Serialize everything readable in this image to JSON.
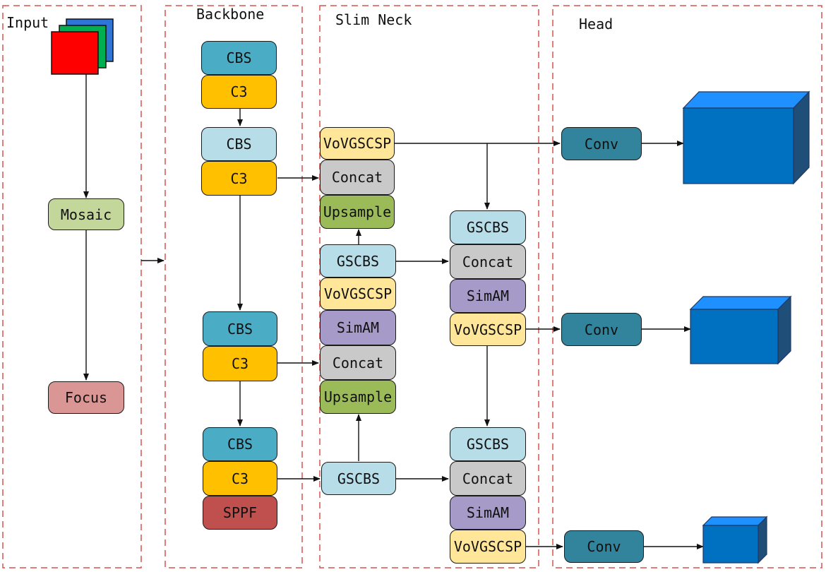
{
  "sections": {
    "input": "Input",
    "backbone": "Backbone",
    "neck": "Slim Neck",
    "head": "Head"
  },
  "input": {
    "mosaic": "Mosaic",
    "focus": "Focus"
  },
  "backbone": {
    "cbs1": "CBS",
    "c3_1": "C3",
    "cbs2": "CBS",
    "c3_2": "C3",
    "cbs3": "CBS",
    "c3_3": "C3",
    "cbs4": "CBS",
    "c3_4": "C3",
    "sppf": "SPPF"
  },
  "neck": {
    "left": {
      "vov1": "VoVGSCSP",
      "concat1": "Concat",
      "up1": "Upsample",
      "gscbs1": "GSCBS",
      "vov2": "VoVGSCSP",
      "simam1": "SimAM",
      "concat2": "Concat",
      "up2": "Upsample",
      "gscbs2": "GSCBS"
    },
    "right": {
      "gscbs3": "GSCBS",
      "concat3": "Concat",
      "simam2": "SimAM",
      "vov3": "VoVGSCSP",
      "gscbs4": "GSCBS",
      "concat4": "Concat",
      "simam3": "SimAM",
      "vov4": "VoVGSCSP"
    }
  },
  "head": {
    "conv1": "Conv",
    "conv2": "Conv",
    "conv3": "Conv"
  },
  "colors": {
    "frame": "#d9534f",
    "cbs_dark": "#4bacc6",
    "cbs_light": "#b7dde8",
    "c3": "#ffc000",
    "sppf": "#c0504d",
    "vovgscsp": "#ffe699",
    "concat": "#c9c9c9",
    "upsample": "#9bbb59",
    "simam": "#a69ac8",
    "conv": "#31849b",
    "cube": "#0070c0"
  }
}
